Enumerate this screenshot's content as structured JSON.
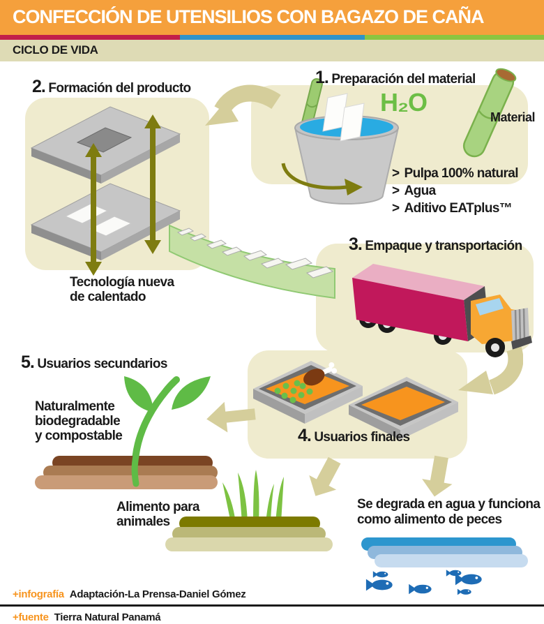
{
  "palette": {
    "header_orange": "#F5A03C",
    "stripe_red": "#C21F4A",
    "stripe_blue": "#2F93C8",
    "stripe_green": "#8CC540",
    "band_beige": "#DEDBB5",
    "panel_beige": "#EFEBCE",
    "flow_arrow_beige": "#D5CE9B",
    "olive_arrow": "#7E7C10",
    "h2o_green": "#6CBE45",
    "water_cyan": "#29ABE2",
    "truck_magenta": "#C1185B",
    "tray_orange": "#F7941E",
    "fish_blue": "#1E6CB5",
    "accent_orange": "#F7941E"
  },
  "header": {
    "title": "CONFECCIÓN DE UTENSILIOS CON BAGAZO DE CAÑA",
    "section": "CICLO DE VIDA"
  },
  "steps": {
    "s1": {
      "number": "1.",
      "label": "Preparación del material"
    },
    "s2": {
      "number": "2.",
      "label": "Formación del producto"
    },
    "s3": {
      "number": "3.",
      "label": "Empaque y transportación"
    },
    "s4": {
      "number": "4.",
      "label": "Usuarios finales"
    },
    "s5": {
      "number": "5.",
      "label": "Usuarios secundarios"
    }
  },
  "step1": {
    "h2o": "H₂O",
    "material": "Material",
    "bullet": ">",
    "ingredients": [
      "Pulpa 100% natural",
      "Agua",
      "Aditivo EATplus™"
    ]
  },
  "step2": {
    "caption_line1": "Tecnología nueva",
    "caption_line2": "de calentado"
  },
  "step5": {
    "caption_line1": "Naturalmente",
    "caption_line2": "biodegradable",
    "caption_line3": "y compostable"
  },
  "animals": {
    "line1": "Alimento para",
    "line2": "animales"
  },
  "fish": {
    "line1": "Se degrada en agua y funciona",
    "line2": "como alimento de peces"
  },
  "footer": {
    "credit1_label": "+infografía",
    "credit1_text": "Adaptación-La Prensa-Daniel Gómez",
    "credit2_label": "+fuente",
    "credit2_text": "Tierra Natural Panamá"
  }
}
